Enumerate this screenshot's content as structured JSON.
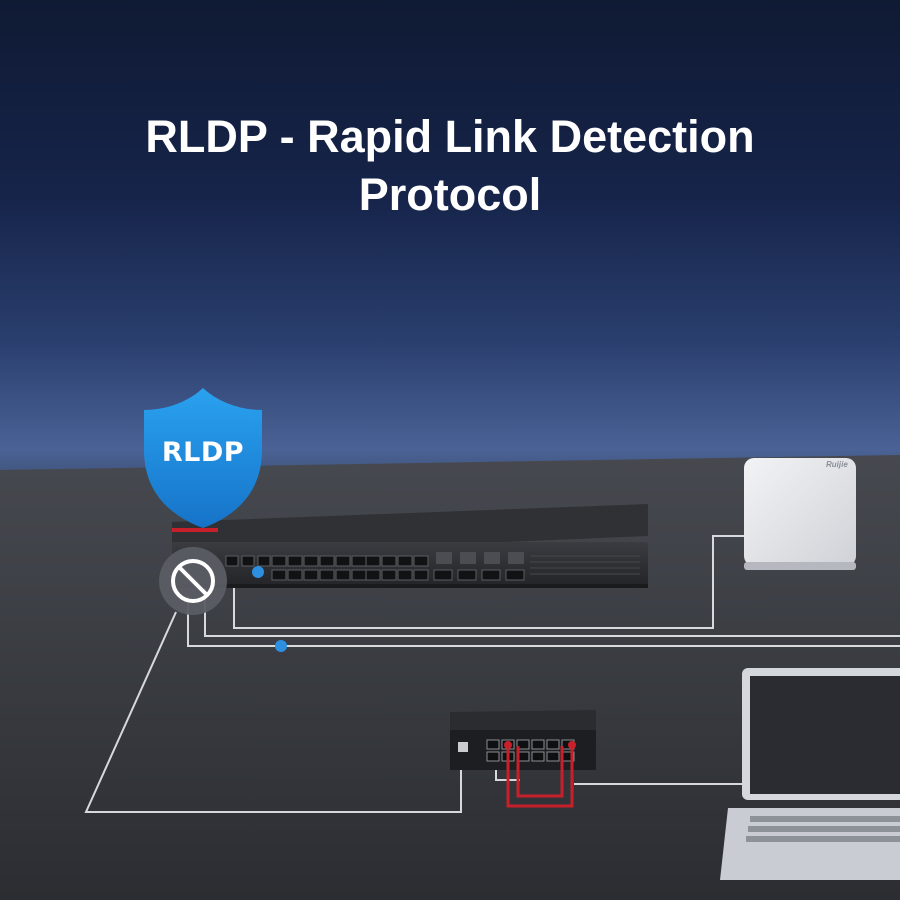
{
  "title": {
    "line1": "RLDP - Rapid Link Detection",
    "line2": "Protocol"
  },
  "shield": {
    "label": "RLDP",
    "color": "#1e8fe0"
  },
  "access_point": {
    "brand": "Ruijie"
  },
  "colors": {
    "link_line": "#e8eaee",
    "loop_cable": "#c8202a",
    "port_indicator": "#2d8fe0",
    "block_icon_bg": "#5a5d63"
  },
  "icons": [
    "shield-icon",
    "block-icon"
  ]
}
